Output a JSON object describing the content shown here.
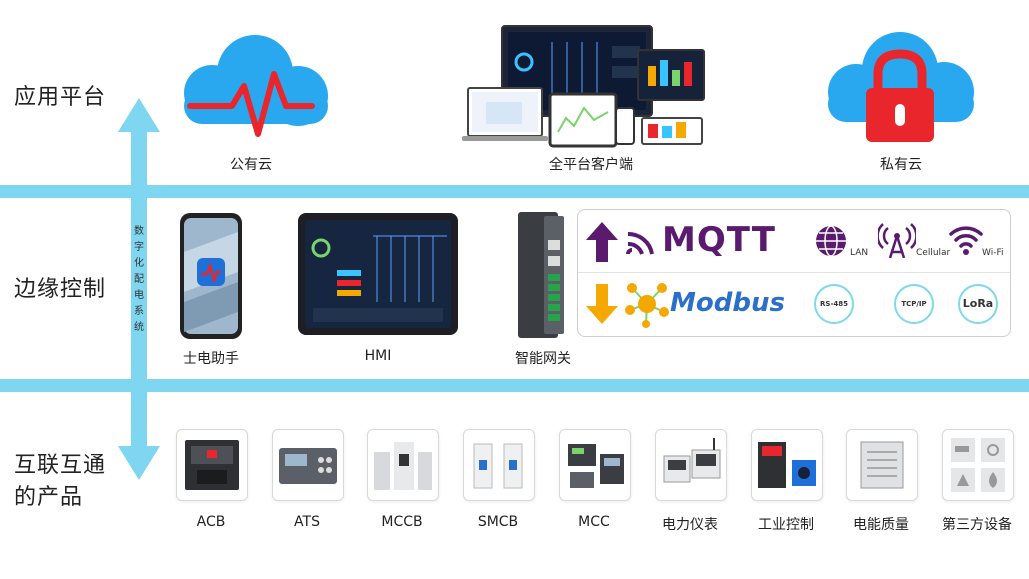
{
  "tiers": {
    "application": "应用平台",
    "edge": "边缘控制",
    "products_line1": "互联互通",
    "products_line2": "的产品"
  },
  "vertical_label": "数字化配电系统",
  "application_items": [
    {
      "label": "公有云",
      "icon": "cloud-heartbeat-icon"
    },
    {
      "label": "全平台客户端",
      "icon": "multi-device-screens"
    },
    {
      "label": "私有云",
      "icon": "cloud-lock-icon"
    }
  ],
  "edge_items": [
    {
      "label": "士电助手",
      "icon": "phone-app"
    },
    {
      "label": "HMI",
      "icon": "tablet-hmi"
    },
    {
      "label": "智能网关",
      "icon": "gateway-device"
    }
  ],
  "protocols": {
    "mqtt": "MQTT",
    "modbus": "Modbus",
    "lan": "LAN",
    "cellular": "Cellular",
    "wifi": "Wi-Fi",
    "rs485": "RS-485",
    "tcpip": "TCP/IP",
    "lora": "LoRa"
  },
  "products": [
    {
      "label": "ACB"
    },
    {
      "label": "ATS"
    },
    {
      "label": "MCCB"
    },
    {
      "label": "SMCB"
    },
    {
      "label": "MCC"
    },
    {
      "label": "电力仪表"
    },
    {
      "label": "工业控制"
    },
    {
      "label": "电能质量"
    },
    {
      "label": "第三方设备"
    }
  ],
  "colors": {
    "band": "#7fd6f0",
    "cloud": "#29a8f0",
    "heartbeat": "#e8262b",
    "lock": "#e8262b",
    "mqtt": "#5a1a6e",
    "modbus_arrow": "#f5a800",
    "modbus_text": "#2a6fc9"
  }
}
